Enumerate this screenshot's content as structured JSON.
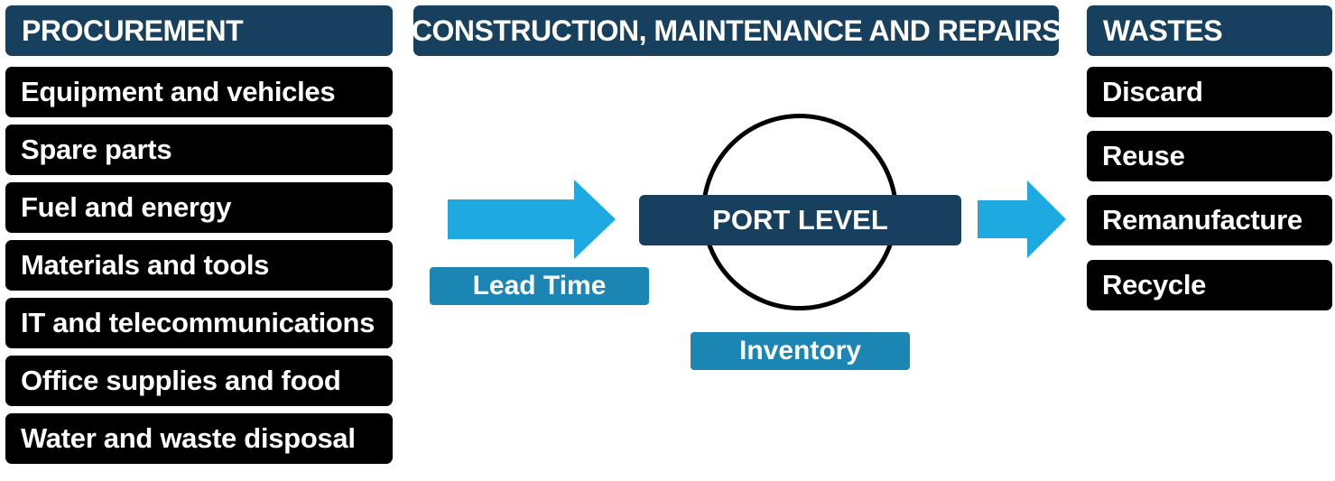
{
  "procurement": {
    "title": "PROCUREMENT",
    "items": [
      "Equipment and vehicles",
      "Spare parts",
      "Fuel and energy",
      "Materials and tools",
      "IT and telecommunications",
      "Office supplies and food",
      "Water and waste disposal"
    ]
  },
  "construction": {
    "title": "CONSTRUCTION, MAINTENANCE AND REPAIRS",
    "port_label": "PORT LEVEL",
    "lead_time_label": "Lead Time",
    "inventory_label": "Inventory"
  },
  "wastes": {
    "title": "WASTES",
    "items": [
      "Discard",
      "Reuse",
      "Remanufacture",
      "Recycle"
    ]
  },
  "colors": {
    "header": "#17405f",
    "item": "#000000",
    "tag": "#1b86b3",
    "arrow": "#1fa9e1"
  },
  "icons": [
    "right-arrow-icon",
    "right-arrow-icon"
  ]
}
